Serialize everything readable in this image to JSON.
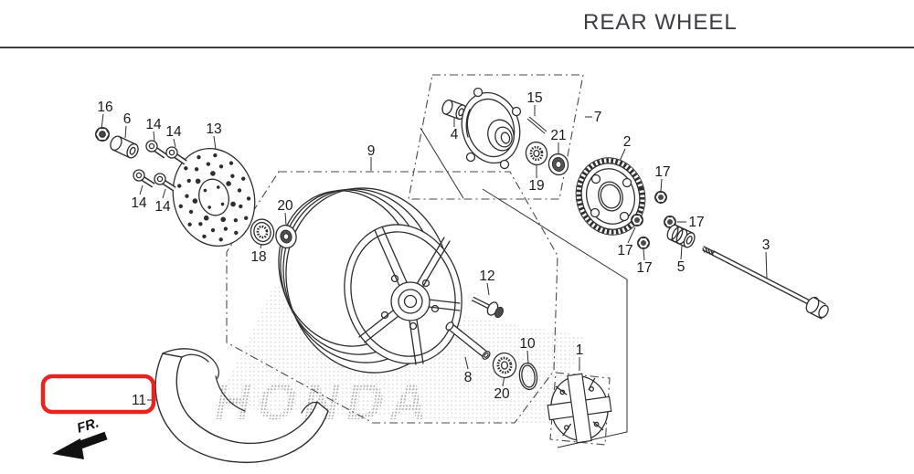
{
  "header": {
    "title": "REAR WHEEL"
  },
  "diagram": {
    "watermark": "HONDA",
    "fr_label": "FR.",
    "highlight_color": "#e8251d",
    "callouts": [
      "16",
      "6",
      "14",
      "14",
      "13",
      "14",
      "14",
      "9",
      "20",
      "18",
      "4",
      "15",
      "21",
      "19",
      "7",
      "2",
      "17",
      "17",
      "17",
      "17",
      "5",
      "3",
      "12",
      "8",
      "20",
      "10",
      "1",
      "11"
    ]
  }
}
